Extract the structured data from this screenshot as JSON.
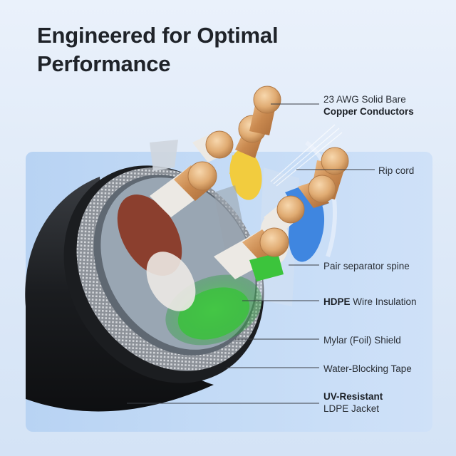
{
  "title": {
    "line1": "Engineered for Optimal",
    "line2": "Performance"
  },
  "callouts": {
    "conductors": {
      "line1": "23 AWG Solid Bare",
      "line2": "Copper Conductors"
    },
    "rip_cord": "Rip cord",
    "spine": "Pair separator spine",
    "insulation": {
      "bold": "HDPE",
      "rest": " Wire Insulation"
    },
    "shield": "Mylar (Foil) Shield",
    "tape": "Water-Blocking Tape",
    "jacket": {
      "line1": "UV-Resistant",
      "line2": "LDPE Jacket"
    }
  },
  "colors": {
    "copper": "#d9a06a",
    "wire_white": "#ece9e4",
    "wire_brown": "#8b3f2e",
    "wire_yellow": "#f2cc3e",
    "wire_blue": "#3f86e0",
    "wire_green": "#3cc43c",
    "jacket": "#1d1f22",
    "accent_panel": "#c2d9f5"
  }
}
